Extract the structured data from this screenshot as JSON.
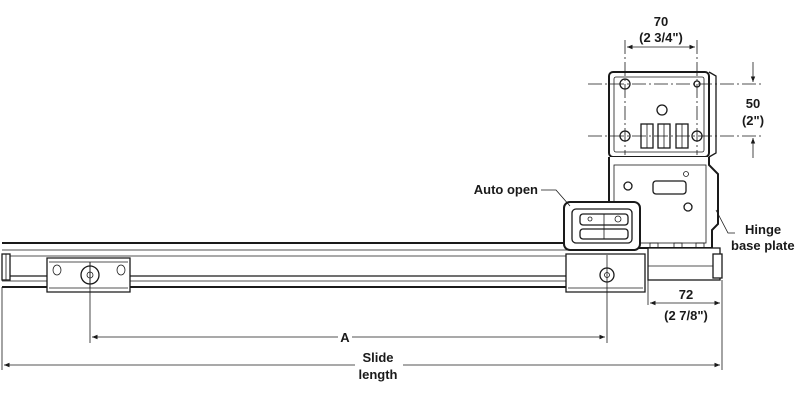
{
  "dimensions": {
    "top_width": {
      "metric": "70",
      "imperial": "(2 3/4\")"
    },
    "height": {
      "metric": "50",
      "imperial": "(2\")"
    },
    "offset": {
      "metric": "72",
      "imperial": "(2 7/8\")"
    },
    "a": {
      "label": "A"
    },
    "slide_length": {
      "line1": "Slide",
      "line2": "length"
    }
  },
  "callouts": {
    "auto_open": "Auto open",
    "hinge_base_plate": {
      "line1": "Hinge",
      "line2": "base plate"
    }
  }
}
